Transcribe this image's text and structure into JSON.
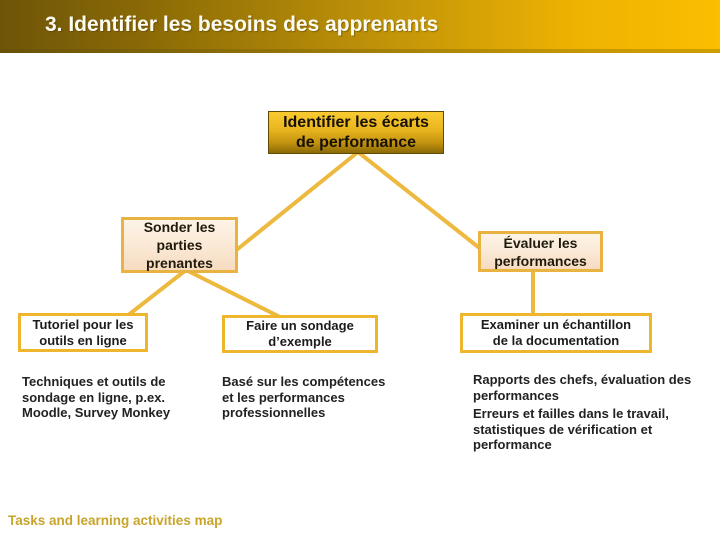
{
  "slide": {
    "title": "3. Identifier les besoins des apprenants",
    "footer": "Tasks and learning activities map"
  },
  "colors": {
    "header_gradient_left": "#6e5408",
    "header_gradient_right": "#fbbe00",
    "connector_gold": "#edb93e",
    "root_fill_top": "#f9cb31",
    "root_fill_bottom": "#8a6a06",
    "cream_fill": "#fae8d4",
    "box_border_gold": "#e9b342",
    "footer_text": "#c9a42b",
    "body_text": "#222222"
  },
  "diagram": {
    "root": {
      "lines": [
        "Identifier les écarts",
        "de performance"
      ]
    },
    "sonder": {
      "lines": [
        "Sonder les",
        "parties",
        "prenantes"
      ]
    },
    "evaluer": {
      "lines": [
        "Évaluer les",
        "performances"
      ]
    },
    "tutoriel": {
      "lines": [
        "Tutoriel pour les",
        "outils en ligne"
      ]
    },
    "faire": {
      "lines": [
        "Faire un sondage",
        "d’exemple"
      ]
    },
    "examiner": {
      "lines": [
        "Examiner un échantillon",
        "de la documentation"
      ]
    },
    "notes": {
      "tech": [
        "Techniques et outils de",
        "sondage en ligne, p.ex.",
        "Moodle, Survey Monkey"
      ],
      "base": [
        "Basé sur les compétences",
        "et les performances",
        "professionnelles"
      ],
      "rapports_p1": [
        "Rapports des chefs, évaluation des",
        "performances"
      ],
      "rapports_p2": [
        "Erreurs et failles dans le travail,",
        "statistiques de vérification et",
        "performance"
      ]
    }
  }
}
